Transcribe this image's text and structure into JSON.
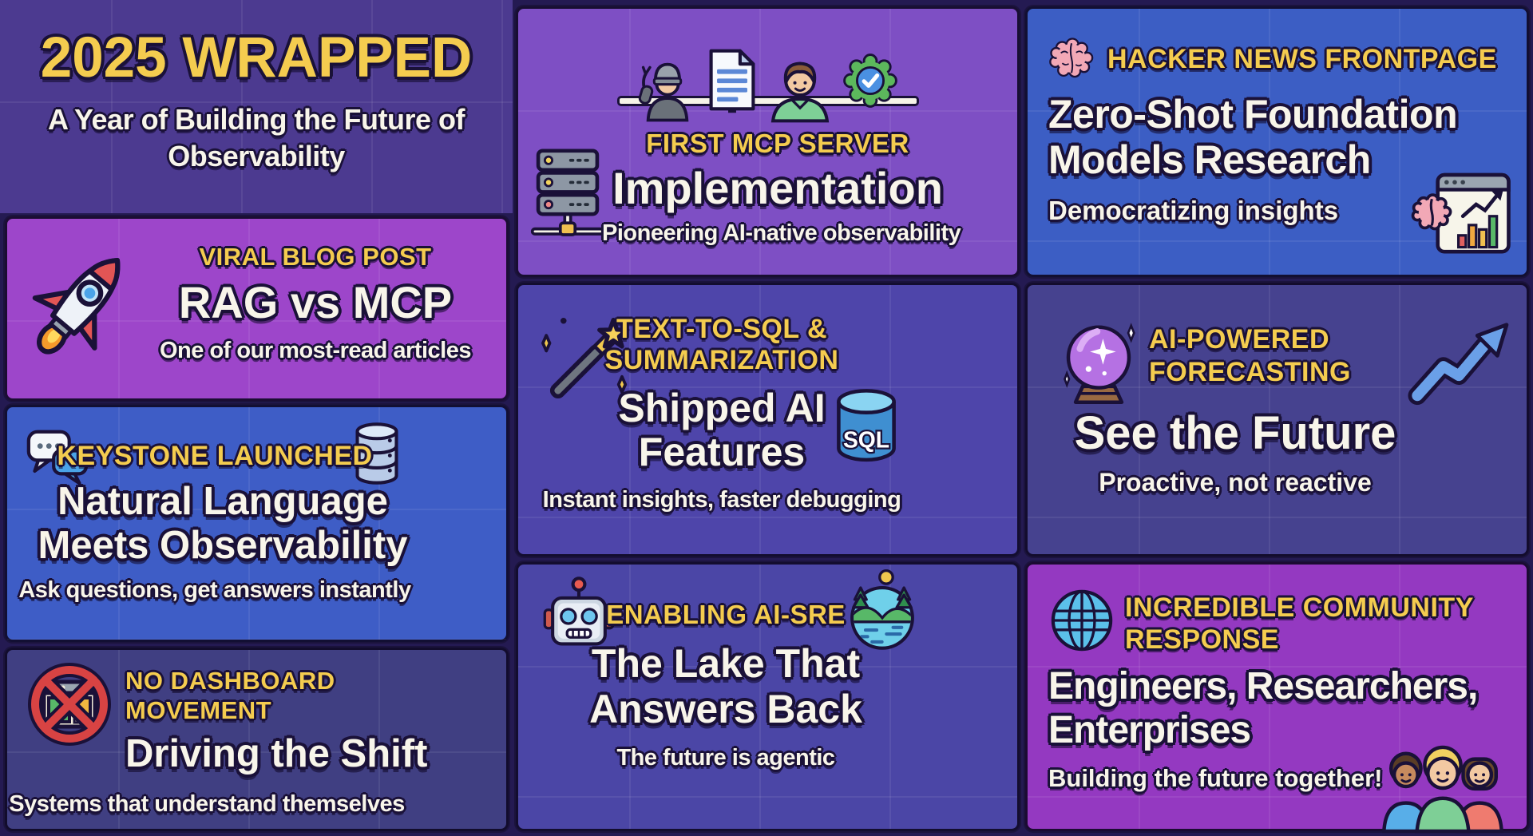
{
  "header": {
    "title": "2025 WRAPPED",
    "subtitle": "A Year of Building the Future of Observability"
  },
  "cards": {
    "viral": {
      "kicker": "VIRAL BLOG POST",
      "title": "RAG vs MCP",
      "subtitle": "One of our most-read articles",
      "icons": [
        "rocket-icon"
      ]
    },
    "keystone": {
      "kicker": "KEYSTONE LAUNCHED",
      "title": "Natural Language Meets Observability",
      "subtitle": "Ask questions, get answers instantly",
      "icons": [
        "chat-bubbles-icon",
        "database-icon"
      ]
    },
    "no_dashboard": {
      "kicker": "NO DASHBOARD MOVEMENT",
      "title": "Driving the Shift",
      "subtitle": "Systems that understand themselves",
      "icons": [
        "no-dashboard-icon"
      ]
    },
    "mcp": {
      "kicker": "FIRST MCP SERVER",
      "title": "Implementation",
      "subtitle": "Pioneering AI-native observability",
      "icons": [
        "hacker-person-icon",
        "document-icon",
        "person-icon",
        "verified-badge-icon",
        "server-stack-icon"
      ]
    },
    "ai_features": {
      "kicker": "TEXT-TO-SQL & SUMMARIZATION",
      "title": "Shipped AI Features",
      "subtitle": "Instant insights, faster debugging",
      "sql_badge": "SQL",
      "icons": [
        "magic-wand-icon",
        "sql-database-icon"
      ]
    },
    "lake": {
      "kicker": "ENABLING AI-SRE",
      "title": "The Lake That Answers Back",
      "subtitle": "The future is agentic",
      "icons": [
        "robot-icon",
        "lake-icon"
      ]
    },
    "hacker_news": {
      "kicker": "HACKER NEWS FRONTPAGE",
      "title": "Zero-Shot Foundation Models Research",
      "subtitle": "Democratizing insights",
      "icons": [
        "brain-icon",
        "research-chart-icon"
      ]
    },
    "forecasting": {
      "kicker": "AI-POWERED FORECASTING",
      "title": "See the Future",
      "subtitle": "Proactive, not reactive",
      "icons": [
        "crystal-ball-icon",
        "trend-arrow-icon"
      ]
    },
    "community": {
      "kicker": "INCREDIBLE COMMUNITY RESPONSE",
      "title": "Engineers, Researchers, Enterprises",
      "subtitle": "Building the future together!",
      "icons": [
        "globe-icon",
        "people-trio-icon"
      ]
    }
  },
  "colors": {
    "page_bg": "#241a52",
    "header_bg": "#4c3a90",
    "accent_yellow": "#f4cc4f",
    "text_white": "#f8f5ea",
    "outline_ink": "#1a1138",
    "cards": {
      "viral": "#9d46ca",
      "keystone": "#3e5dc6",
      "no_dashboard": "#403f82",
      "mcp": "#7e4fc4",
      "ai_features": "#4e45aa",
      "lake": "#4b46a6",
      "hacker_news": "#3c5ec4",
      "forecasting": "#46428f",
      "community": "#9439c1"
    }
  }
}
